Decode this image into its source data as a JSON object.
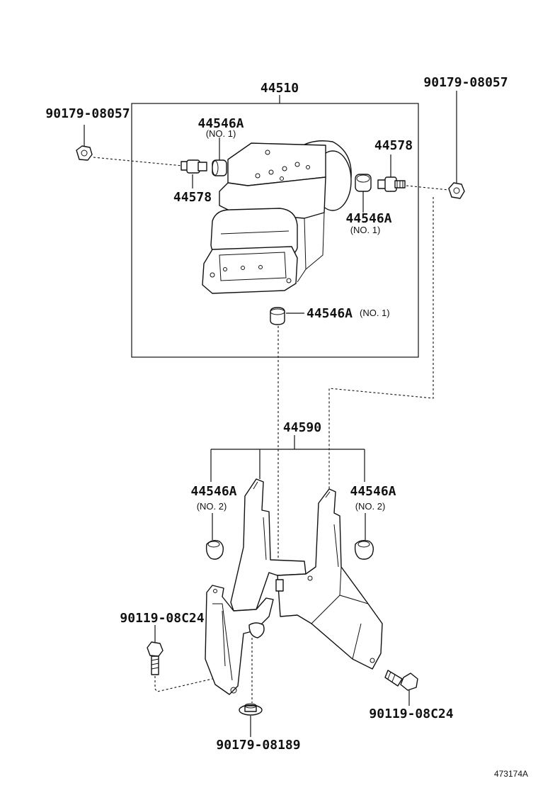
{
  "diagram": {
    "labels": {
      "actuator_assy": "44510",
      "nut_top_left": "90179-08057",
      "nut_top_right": "90179-08057",
      "cushion_a_upper": "44546A",
      "cushion_a_upper_sub": "(NO. 1)",
      "collar_left": "44578",
      "collar_right": "44578",
      "cushion_a_right": "44546A",
      "cushion_a_right_sub": "(NO. 1)",
      "cushion_a_lower": "44546A",
      "cushion_a_lower_sub": "(NO. 1)",
      "bracket": "44590",
      "bracket_cushion_left": "44546A",
      "bracket_cushion_left_sub": "(NO. 2)",
      "bracket_cushion_right": "44546A",
      "bracket_cushion_right_sub": "(NO. 2)",
      "bolt_left": "90119-08C24",
      "bolt_right": "90119-08C24",
      "nut_bottom": "90179-08189",
      "drawing_ref": "473174A"
    }
  }
}
